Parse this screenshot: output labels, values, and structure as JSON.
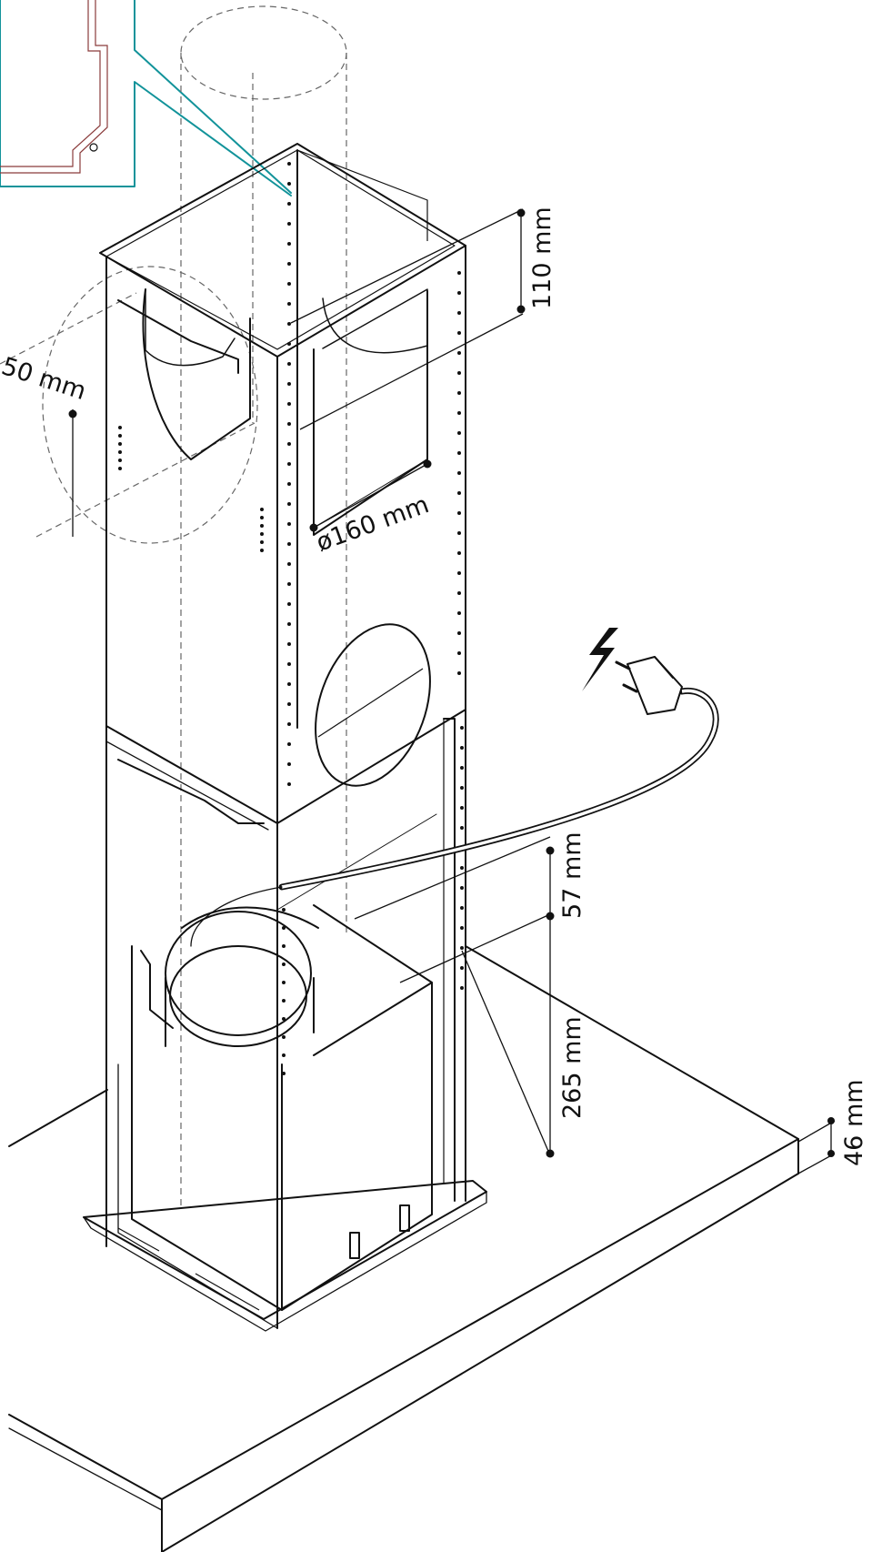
{
  "labels": {
    "dim_side_width": "50 mm",
    "dim_top": "110 mm",
    "dim_diameter": "ø160 mm",
    "dim_57": "57 mm",
    "dim_265": "265 mm",
    "dim_46": "46 mm"
  },
  "colors": {
    "line": "#111111",
    "callout": "#12939a",
    "callout_inner": "#8a3b3b",
    "hidden": "#666666"
  },
  "icons": {
    "electric": "lightning-bolt-icon",
    "plug": "power-plug-icon"
  }
}
